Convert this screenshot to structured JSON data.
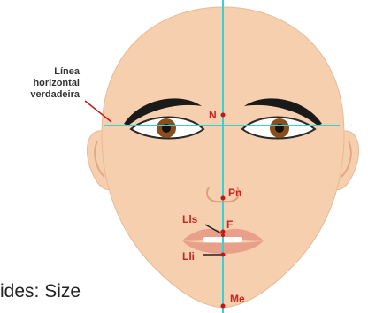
{
  "colors": {
    "skin": "#f5cfae",
    "skin_shadow": "#e8b994",
    "line": "#35d3d9",
    "point": "#c81414",
    "label": "#d12020",
    "brow": "#1a1a1a",
    "iris": "#8a4d1c",
    "lips": "#e9a08a"
  },
  "labels": {
    "side_label_line1": "Línea",
    "side_label_line2": "horizontal",
    "side_label_line3": "verdadeira",
    "points": {
      "N": "N",
      "Pn": "Pn",
      "F": "F",
      "Lls": "Lls",
      "Lli": "Lli",
      "Me": "Me"
    }
  },
  "footer": "ides: Size"
}
